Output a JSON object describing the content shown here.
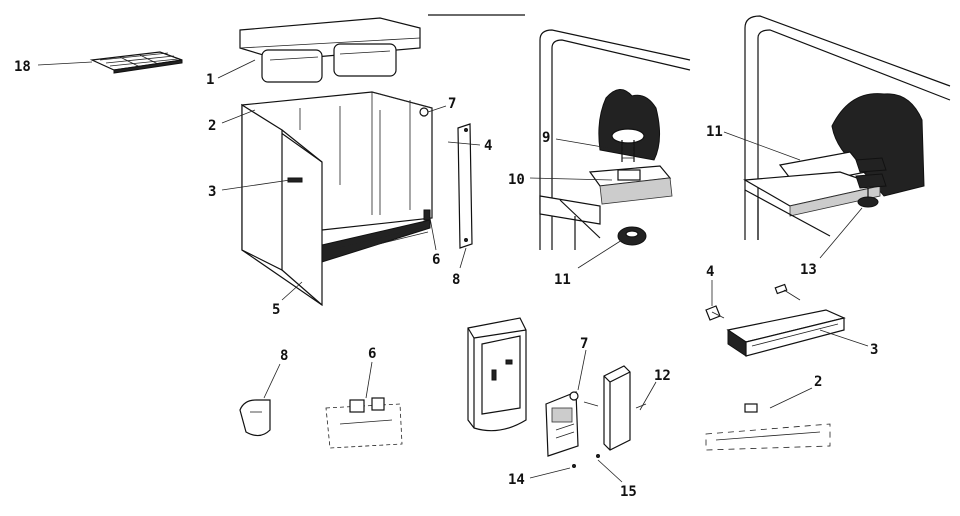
{
  "callouts": {
    "c18": "18",
    "c1": "1",
    "c2": "2",
    "c3": "3",
    "c5": "5",
    "c7a": "7",
    "c4a": "4",
    "c6a": "6",
    "c8a": "8",
    "c9": "9",
    "c10": "10",
    "c11a": "11",
    "c11b": "11",
    "c13": "13",
    "c4b": "4",
    "c3b": "3",
    "c8b": "8",
    "c6b": "6",
    "c7b": "7",
    "c12": "12",
    "c2b": "2",
    "c14": "14",
    "c15": "15"
  }
}
